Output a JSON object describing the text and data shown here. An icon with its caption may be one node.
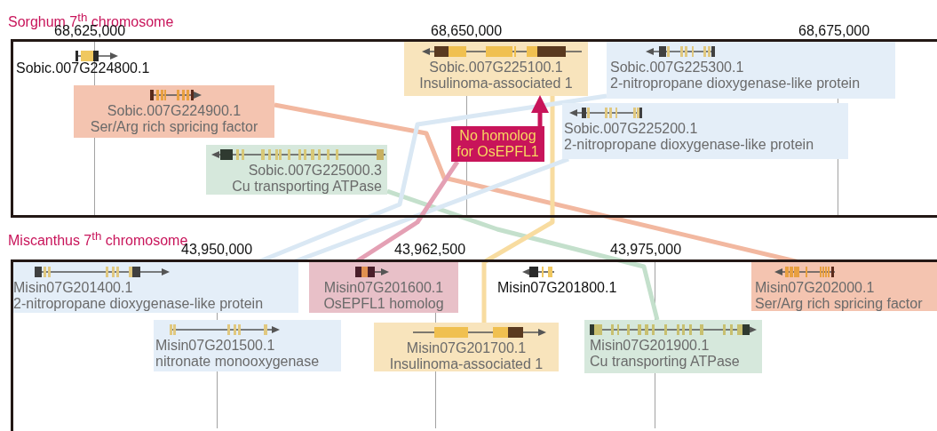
{
  "diagram": {
    "nodes": [
      {
        "text": [
          "Sorghum 7$^{th}$ chromosome"
        ]
      },
      {
        "text": [
          "Sobic.007G224900.1",
          "Ser/Arg rich spricing factor"
        ],
        "in": 0
      },
      {
        "text": [
          "Sobic.007G225000.3",
          "Cu transporting ATPase"
        ],
        "in": 0
      },
      {
        "text": [
          "Sobic.007G225100.1",
          "Insulinoma-associated 1"
        ],
        "in": 0
      },
      {
        "text": [
          "Sobic.007G225300.1",
          "2-nitropropane dioxygenase-like protein"
        ],
        "in": 0
      },
      {
        "text": [
          "No homolog for OsEPFL1"
        ],
        "in": 0
      },
      {
        "text": [
          "Sobic.007G225200.1",
          "2-nitropropane dioxygenase-like protein"
        ],
        "in": 0
      },
      {
        "text": [
          "Miscanthus 7$^{th}$ chromosome"
        ]
      },
      {
        "text": [
          "Misin07G201400.1",
          "2-nitropropane dioxygenase-like protein"
        ],
        "in": 7
      },
      {
        "text": [
          "Misin07G201600.1",
          "OsEPFL1 homolog"
        ],
        "in": 7
      },
      {
        "text": [
          "Misin07G202000.1",
          "Ser/Arg rich spricing factor"
        ],
        "in": 7
      },
      {
        "text": [
          "Misin07G201500.1",
          "nitronate monooxygenase"
        ],
        "in": 7
      },
      {
        "text": [
          "Misin07G201700.1",
          "Insulinoma-associated 1"
        ],
        "in": 7
      },
      {
        "text": [
          "Misin07G201900.1",
          "Cu transporting ATPase"
        ],
        "in": 7
      }
    ],
    "edges": [
      {
        "from": 1,
        "to": 10,
        "arrow": "none",
        "color": "#f2b8a0"
      },
      {
        "from": 2,
        "to": 13,
        "arrow": "none",
        "color": "#c4e0cc"
      },
      {
        "from": 3,
        "to": 12,
        "arrow": "none",
        "color": "#f8dca0"
      },
      {
        "from": 4,
        "to": 8,
        "arrow": "none",
        "color": "#dae8f4"
      },
      {
        "from": 6,
        "to": 8,
        "arrow": "none",
        "color": "#dae8f4"
      },
      {
        "from": 5,
        "to": 9,
        "arrow": "none",
        "color": "#e4a0b4"
      },
      {
        "from": 5,
        "to": 3,
        "arrow": "to",
        "color": "#c8145a"
      }
    ],
    "labels": [
      "68,625,000",
      "68,650,000",
      "68,675,000",
      "Sobic.007G224800.1",
      "43,950,000",
      "43,962,500",
      "43,975,000",
      "Misin07G201800.1"
    ]
  }
}
